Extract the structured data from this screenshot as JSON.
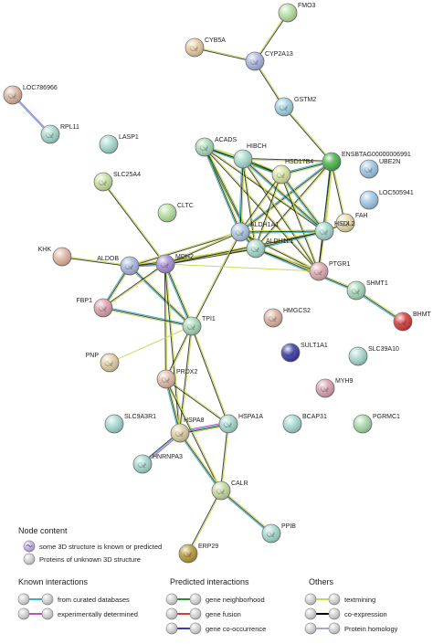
{
  "network": {
    "nodes": [
      {
        "id": "FMO3",
        "label": "FMO3",
        "color": "#b6dfa2",
        "structure": false
      },
      {
        "id": "CYB5A",
        "label": "CYB5A",
        "color": "#e8cba0",
        "structure": true
      },
      {
        "id": "CYP2A13",
        "label": "CYP2A13",
        "color": "#a9b6e0",
        "structure": true
      },
      {
        "id": "LOC786966",
        "label": "LOC786966",
        "color": "#d9b4a0",
        "structure": true
      },
      {
        "id": "RPL11",
        "label": "RPL11",
        "color": "#a5d9cf",
        "structure": true
      },
      {
        "id": "GSTM2",
        "label": "GSTM2",
        "color": "#9fd2e2",
        "structure": true
      },
      {
        "id": "LASP1",
        "label": "LASP1",
        "color": "#a5d9cf",
        "structure": false
      },
      {
        "id": "ACADS",
        "label": "ACADS",
        "color": "#a7d9b9",
        "structure": true
      },
      {
        "id": "HIBCH",
        "label": "HIBCH",
        "color": "#a5d9cf",
        "structure": false
      },
      {
        "id": "ENSBTAG",
        "label": "ENSBTAG00000006991",
        "color": "#49b049",
        "structure": false
      },
      {
        "id": "UBE2N",
        "label": "UBE2N",
        "color": "#9fc8e6",
        "structure": true
      },
      {
        "id": "HSD17B4",
        "label": "HSD17B4",
        "color": "#d9e4a0",
        "structure": true
      },
      {
        "id": "SLC25A4",
        "label": "SLC25A4",
        "color": "#c7e0a0",
        "structure": true
      },
      {
        "id": "LOC505941",
        "label": "LOC505941",
        "color": "#9fc8e6",
        "structure": false
      },
      {
        "id": "CLTC",
        "label": "CLTC",
        "color": "#b6dfa2",
        "structure": false
      },
      {
        "id": "FAH",
        "label": "FAH",
        "color": "#e5dca8",
        "structure": true
      },
      {
        "id": "ALDH1A1",
        "label": "ALDH1A1",
        "color": "#a9c6e0",
        "structure": true
      },
      {
        "id": "HSDL2",
        "label": "HSDL2",
        "color": "#a5d9cf",
        "structure": true
      },
      {
        "id": "ALDH1L1",
        "label": "ALDH1L1",
        "color": "#a5d9cf",
        "structure": true
      },
      {
        "id": "KHK",
        "label": "KHK",
        "color": "#e0b49e",
        "structure": false
      },
      {
        "id": "ALDOB",
        "label": "ALDOB",
        "color": "#a9b6e0",
        "structure": true
      },
      {
        "id": "MDH2",
        "label": "MDH2",
        "color": "#a68fd6",
        "structure": true
      },
      {
        "id": "PTGR1",
        "label": "PTGR1",
        "color": "#dfa9ad",
        "structure": true
      },
      {
        "id": "SHMT1",
        "label": "SHMT1",
        "color": "#a7d9b9",
        "structure": true
      },
      {
        "id": "FBP1",
        "label": "FBP1",
        "color": "#dca0ae",
        "structure": true
      },
      {
        "id": "HMGCS2",
        "label": "HMGCS2",
        "color": "#ddb2a0",
        "structure": true
      },
      {
        "id": "BHMT",
        "label": "BHMT",
        "color": "#d63a3a",
        "structure": true
      },
      {
        "id": "TPI1",
        "label": "TPI1",
        "color": "#a7d9b9",
        "structure": true
      },
      {
        "id": "SULT1A1",
        "label": "SULT1A1",
        "color": "#3b3ba8",
        "structure": true
      },
      {
        "id": "SLC39A10",
        "label": "SLC39A10",
        "color": "#a5d9cf",
        "structure": false
      },
      {
        "id": "PNP",
        "label": "PNP",
        "color": "#e3cfa2",
        "structure": true
      },
      {
        "id": "PRDX2",
        "label": "PRDX2",
        "color": "#e0bba8",
        "structure": true
      },
      {
        "id": "MYH9",
        "label": "MYH9",
        "color": "#d9a2b0",
        "structure": true
      },
      {
        "id": "SLC9A3R1",
        "label": "SLC9A3R1",
        "color": "#a5d9cf",
        "structure": false
      },
      {
        "id": "HSPA1A",
        "label": "HSPA1A",
        "color": "#a5d9cf",
        "structure": true
      },
      {
        "id": "HSPA8",
        "label": "HSPA8",
        "color": "#d9cfa0",
        "structure": true
      },
      {
        "id": "BCAP31",
        "label": "BCAP31",
        "color": "#a5d9cf",
        "structure": false
      },
      {
        "id": "PGRMC1",
        "label": "PGRMC1",
        "color": "#a7d9a9",
        "structure": false
      },
      {
        "id": "HNRNPA3",
        "label": "HNRNPA3",
        "color": "#a5d9cf",
        "structure": true
      },
      {
        "id": "CALR",
        "label": "CALR",
        "color": "#c7d9a0",
        "structure": true
      },
      {
        "id": "PPIB",
        "label": "PPIB",
        "color": "#a5d9cf",
        "structure": true
      },
      {
        "id": "ERP29",
        "label": "ERP29",
        "color": "#b89a3a",
        "structure": true
      }
    ],
    "edges": [
      {
        "a": "CYB5A",
        "b": "CYP2A13",
        "colors": [
          "#c9d94a",
          "#000000"
        ]
      },
      {
        "a": "CYP2A13",
        "b": "FMO3",
        "colors": [
          "#c9d94a",
          "#000000"
        ]
      },
      {
        "a": "CYP2A13",
        "b": "GSTM2",
        "colors": [
          "#c9d94a",
          "#000000"
        ]
      },
      {
        "a": "GSTM2",
        "b": "ENSBTAG",
        "colors": [
          "#c9d94a",
          "#000000"
        ]
      },
      {
        "a": "LOC786966",
        "b": "RPL11",
        "colors": [
          "#c04fc0",
          "#3ab0c9"
        ]
      },
      {
        "a": "ENSBTAG",
        "b": "HSD17B4",
        "colors": [
          "#c9d94a",
          "#000000",
          "#3ab0c9"
        ]
      },
      {
        "a": "ENSBTAG",
        "b": "HIBCH",
        "colors": [
          "#c9d94a",
          "#000000"
        ]
      },
      {
        "a": "ENSBTAG",
        "b": "HSDL2",
        "colors": [
          "#c9d94a",
          "#000000",
          "#3ab0c9"
        ]
      },
      {
        "a": "ENSBTAG",
        "b": "ALDH1A1",
        "colors": [
          "#c9d94a",
          "#000000",
          "#3ab0c9"
        ]
      },
      {
        "a": "ENSBTAG",
        "b": "ALDH1L1",
        "colors": [
          "#c9d94a",
          "#000000"
        ]
      },
      {
        "a": "ENSBTAG",
        "b": "PTGR1",
        "colors": [
          "#c9d94a",
          "#000000"
        ]
      },
      {
        "a": "ENSBTAG",
        "b": "FAH",
        "colors": [
          "#c9d94a",
          "#000000"
        ]
      },
      {
        "a": "ACADS",
        "b": "HIBCH",
        "colors": [
          "#c9d94a",
          "#3ab0c9",
          "#2e8b2e"
        ]
      },
      {
        "a": "ACADS",
        "b": "HSD17B4",
        "colors": [
          "#c9d94a",
          "#000000",
          "#3ab0c9"
        ]
      },
      {
        "a": "ACADS",
        "b": "ALDH1A1",
        "colors": [
          "#c9d94a",
          "#000000",
          "#3ab0c9"
        ]
      },
      {
        "a": "ACADS",
        "b": "ALDH1L1",
        "colors": [
          "#c9d94a",
          "#000000",
          "#2e8b2e"
        ]
      },
      {
        "a": "ACADS",
        "b": "HSDL2",
        "colors": [
          "#c9d94a",
          "#000000"
        ]
      },
      {
        "a": "ACADS",
        "b": "PTGR1",
        "colors": [
          "#c9d94a",
          "#000000"
        ]
      },
      {
        "a": "HIBCH",
        "b": "HSD17B4",
        "colors": [
          "#c9d94a",
          "#000000",
          "#2e8b2e"
        ]
      },
      {
        "a": "HIBCH",
        "b": "ALDH1A1",
        "colors": [
          "#c9d94a",
          "#000000",
          "#3ab0c9"
        ]
      },
      {
        "a": "HIBCH",
        "b": "ALDH1L1",
        "colors": [
          "#c9d94a",
          "#000000"
        ]
      },
      {
        "a": "HIBCH",
        "b": "HSDL2",
        "colors": [
          "#c9d94a",
          "#000000",
          "#3ab0c9"
        ]
      },
      {
        "a": "HIBCH",
        "b": "PTGR1",
        "colors": [
          "#c9d94a",
          "#000000"
        ]
      },
      {
        "a": "HSD17B4",
        "b": "HSDL2",
        "colors": [
          "#c9d94a",
          "#000000",
          "#3ab0c9"
        ]
      },
      {
        "a": "HSD17B4",
        "b": "ALDH1A1",
        "colors": [
          "#c9d94a",
          "#000000"
        ]
      },
      {
        "a": "HSD17B4",
        "b": "ALDH1L1",
        "colors": [
          "#c9d94a",
          "#000000"
        ]
      },
      {
        "a": "HSD17B4",
        "b": "PTGR1",
        "colors": [
          "#c9d94a",
          "#000000"
        ]
      },
      {
        "a": "ALDH1A1",
        "b": "ALDH1L1",
        "colors": [
          "#c9d94a",
          "#000000",
          "#3ab0c9"
        ]
      },
      {
        "a": "ALDH1A1",
        "b": "HSDL2",
        "colors": [
          "#c9d94a",
          "#000000",
          "#3ab0c9"
        ]
      },
      {
        "a": "ALDH1A1",
        "b": "PTGR1",
        "colors": [
          "#c9d94a",
          "#000000"
        ]
      },
      {
        "a": "ALDH1L1",
        "b": "HSDL2",
        "colors": [
          "#c9d94a",
          "#000000",
          "#3ab0c9"
        ]
      },
      {
        "a": "ALDH1L1",
        "b": "PTGR1",
        "colors": [
          "#c9d94a",
          "#000000"
        ]
      },
      {
        "a": "ALDH1L1",
        "b": "SHMT1",
        "colors": [
          "#c9d94a",
          "#000000",
          "#3ab0c9"
        ]
      },
      {
        "a": "HSDL2",
        "b": "PTGR1",
        "colors": [
          "#c9d94a",
          "#000000"
        ]
      },
      {
        "a": "HSDL2",
        "b": "FAH",
        "colors": [
          "#c9d94a",
          "#000000"
        ]
      },
      {
        "a": "SHMT1",
        "b": "BHMT",
        "colors": [
          "#c9d94a",
          "#000000",
          "#3ab0c9"
        ]
      },
      {
        "a": "SLC25A4",
        "b": "MDH2",
        "colors": [
          "#c9d94a",
          "#000000"
        ]
      },
      {
        "a": "ALDOB",
        "b": "MDH2",
        "colors": [
          "#c9d94a",
          "#000000",
          "#3ab0c9"
        ]
      },
      {
        "a": "ALDOB",
        "b": "FBP1",
        "colors": [
          "#c9d94a",
          "#000000",
          "#3ab0c9"
        ]
      },
      {
        "a": "ALDOB",
        "b": "TPI1",
        "colors": [
          "#c9d94a",
          "#000000",
          "#3ab0c9"
        ]
      },
      {
        "a": "ALDOB",
        "b": "ALDH1A1",
        "colors": [
          "#c9d94a",
          "#000000"
        ]
      },
      {
        "a": "ALDOB",
        "b": "ALDH1L1",
        "colors": [
          "#c9d94a",
          "#000000"
        ]
      },
      {
        "a": "KHK",
        "b": "ALDOB",
        "colors": [
          "#c9d94a",
          "#000000"
        ]
      },
      {
        "a": "MDH2",
        "b": "ALDH1A1",
        "colors": [
          "#c9d94a",
          "#000000"
        ]
      },
      {
        "a": "MDH2",
        "b": "ALDH1L1",
        "colors": [
          "#c9d94a",
          "#000000"
        ]
      },
      {
        "a": "MDH2",
        "b": "HSDL2",
        "colors": [
          "#c9d94a",
          "#000000"
        ]
      },
      {
        "a": "MDH2",
        "b": "TPI1",
        "colors": [
          "#c9d94a",
          "#000000",
          "#3ab0c9"
        ]
      },
      {
        "a": "MDH2",
        "b": "FBP1",
        "colors": [
          "#c9d94a",
          "#000000"
        ]
      },
      {
        "a": "MDH2",
        "b": "PRDX2",
        "colors": [
          "#c9d94a",
          "#000000"
        ]
      },
      {
        "a": "MDH2",
        "b": "HSPA8",
        "colors": [
          "#c9d94a",
          "#000000"
        ]
      },
      {
        "a": "TPI1",
        "b": "ALDH1A1",
        "colors": [
          "#c9d94a",
          "#000000"
        ]
      },
      {
        "a": "TPI1",
        "b": "FBP1",
        "colors": [
          "#c9d94a",
          "#000000",
          "#3ab0c9"
        ]
      },
      {
        "a": "TPI1",
        "b": "PNP",
        "colors": [
          "#c9d94a"
        ]
      },
      {
        "a": "TPI1",
        "b": "PRDX2",
        "colors": [
          "#c9d94a",
          "#000000"
        ]
      },
      {
        "a": "TPI1",
        "b": "HSPA1A",
        "colors": [
          "#c9d94a",
          "#000000"
        ]
      },
      {
        "a": "TPI1",
        "b": "HSPA8",
        "colors": [
          "#c9d94a",
          "#000000"
        ]
      },
      {
        "a": "PRDX2",
        "b": "HSPA8",
        "colors": [
          "#c9d94a",
          "#000000",
          "#3ab0c9"
        ]
      },
      {
        "a": "PRDX2",
        "b": "HSPA1A",
        "colors": [
          "#c9d94a",
          "#000000"
        ]
      },
      {
        "a": "PRDX2",
        "b": "CALR",
        "colors": [
          "#c9d94a",
          "#000000"
        ]
      },
      {
        "a": "HSPA1A",
        "b": "HSPA8",
        "colors": [
          "#c9d94a",
          "#000000",
          "#3ab0c9",
          "#c04fc0"
        ]
      },
      {
        "a": "HSPA8",
        "b": "HNRNPA3",
        "colors": [
          "#c04fc0",
          "#3ab0c9",
          "#000000"
        ]
      },
      {
        "a": "HSPA8",
        "b": "CALR",
        "colors": [
          "#c9d94a",
          "#000000",
          "#3ab0c9"
        ]
      },
      {
        "a": "HSPA1A",
        "b": "CALR",
        "colors": [
          "#c9d94a",
          "#000000"
        ]
      },
      {
        "a": "CALR",
        "b": "PPIB",
        "colors": [
          "#c9d94a",
          "#000000",
          "#3ab0c9"
        ]
      },
      {
        "a": "CALR",
        "b": "ERP29",
        "colors": [
          "#c9d94a",
          "#000000"
        ]
      },
      {
        "a": "MDH2",
        "b": "PTGR1",
        "colors": [
          "#c9d94a"
        ]
      }
    ]
  },
  "legend": {
    "node_content": {
      "title": "Node content",
      "items": [
        {
          "label": "some 3D structure is known or predicted"
        },
        {
          "label": "Proteins of unknown 3D structure"
        }
      ]
    },
    "known": {
      "title": "Known interactions",
      "items": [
        {
          "label": "from curated databases",
          "color": "#3ab0c9"
        },
        {
          "label": "experimentally determined",
          "color": "#c04fc0"
        }
      ]
    },
    "predicted": {
      "title": "Predicted interactions",
      "items": [
        {
          "label": "gene neighborhood",
          "color": "#2e8b2e"
        },
        {
          "label": "gene fusion",
          "color": "#d63a3a"
        },
        {
          "label": "gene co-occurrence",
          "color": "#2f3fb0"
        }
      ]
    },
    "others": {
      "title": "Others",
      "items": [
        {
          "label": "textmining",
          "color": "#c9d94a"
        },
        {
          "label": "co-expression",
          "color": "#000000"
        },
        {
          "label": "Protein homology",
          "color": "#a0a8d8"
        }
      ]
    }
  }
}
